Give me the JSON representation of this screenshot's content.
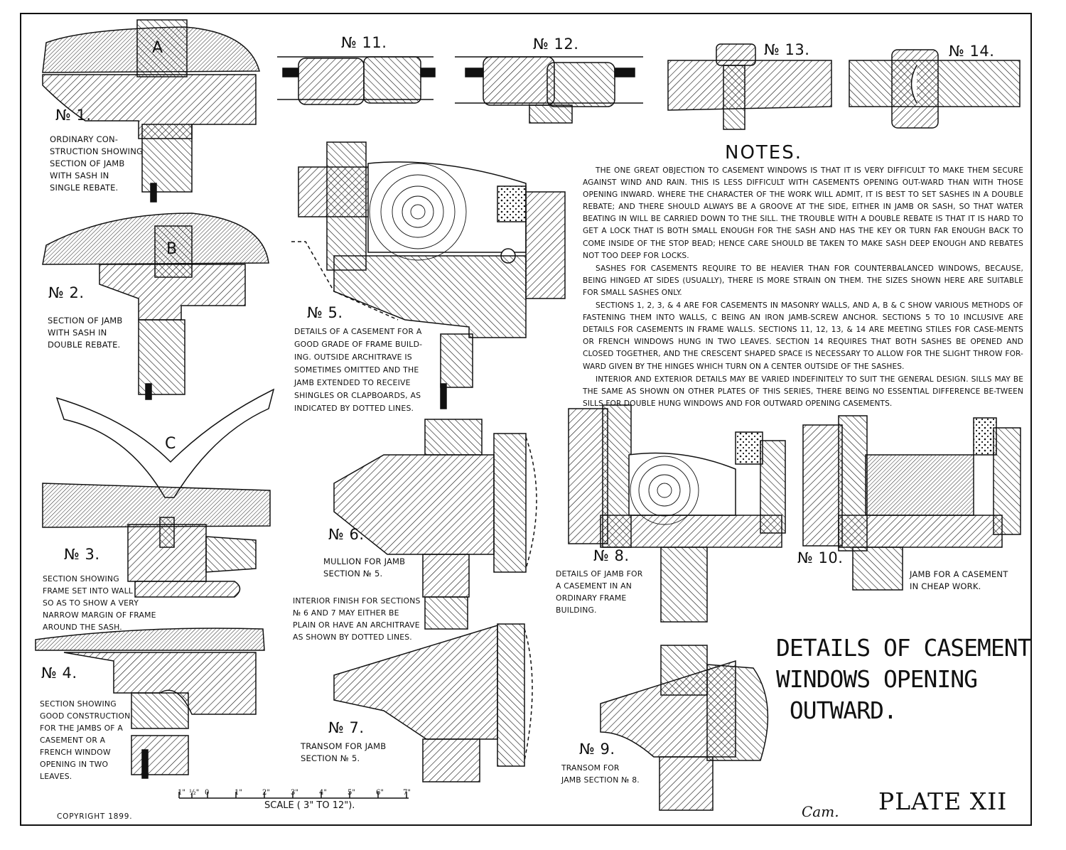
{
  "sections": {
    "s1": {
      "number": "№ 1.",
      "caption": "ORDINARY CON-\nSTRUCTION SHOWING\nSECTION OF JAMB\nWITH SASH IN\nSINGLE REBATE."
    },
    "s2": {
      "number": "№ 2.",
      "caption": "SECTION OF JAMB\nWITH SASH IN\nDOUBLE REBATE."
    },
    "s3": {
      "number": "№ 3.",
      "caption": "SECTION SHOWING\nFRAME SET INTO WALL\nSO AS TO SHOW A VERY\nNARROW MARGIN OF FRAME\nAROUND THE SASH."
    },
    "s4": {
      "number": "№ 4.",
      "caption": "SECTION SHOWING\nGOOD CONSTRUCTION\nFOR THE JAMBS OF A\nCASEMENT OR A\nFRENCH WINDOW\nOPENING IN TWO\nLEAVES."
    },
    "s5": {
      "number": "№ 5.",
      "caption": "DETAILS OF A CASEMENT FOR A\nGOOD GRADE OF FRAME BUILD-\nING. OUTSIDE ARCHITRAVE IS\nSOMETIMES OMITTED AND THE\nJAMB EXTENDED TO RECEIVE\nSHINGLES OR CLAPBOARDS, AS\nINDICATED BY DOTTED LINES."
    },
    "s6": {
      "number": "№ 6.",
      "caption": "MULLION FOR JAMB\nSECTION № 5."
    },
    "s67_note": "INTERIOR FINISH FOR SECTIONS\n№ 6 AND 7 MAY EITHER BE\nPLAIN OR HAVE AN ARCHITRAVE\nAS SHOWN BY DOTTED LINES.",
    "s7": {
      "number": "№ 7.",
      "caption": "TRANSOM FOR JAMB\nSECTION № 5."
    },
    "s8": {
      "number": "№ 8.",
      "caption": "DETAILS OF JAMB FOR\nA CASEMENT IN AN\nORDINARY FRAME\nBUILDING."
    },
    "s9": {
      "number": "№ 9.",
      "caption": "TRANSOM FOR\nJAMB SECTION № 8."
    },
    "s10": {
      "number": "№ 10.",
      "caption": "JAMB FOR A CASEMENT\nIN CHEAP WORK."
    },
    "s11": {
      "number": "№ 11."
    },
    "s12": {
      "number": "№ 12."
    },
    "s13": {
      "number": "№ 13."
    },
    "s14": {
      "number": "№ 14."
    }
  },
  "labels": {
    "a": "A",
    "b": "B",
    "c": "C"
  },
  "notes": {
    "title": "NOTES.",
    "paragraphs": [
      "THE ONE GREAT OBJECTION TO CASEMENT WINDOWS IS THAT IT IS VERY DIFFICULT TO MAKE THEM SECURE AGAINST WIND AND RAIN. THIS IS LESS DIFFICULT WITH CASEMENTS OPENING OUT-WARD THAN WITH THOSE OPENING INWARD. WHERE THE CHARACTER OF THE WORK WILL ADMIT, IT IS BEST TO SET SASHES IN A DOUBLE REBATE; AND THERE SHOULD ALWAYS BE A GROOVE AT THE SIDE, EITHER IN JAMB OR SASH, SO THAT WATER BEATING IN WILL BE CARRIED DOWN TO THE SILL. THE TROUBLE WITH A DOUBLE REBATE IS THAT IT IS HARD TO GET A LOCK THAT IS BOTH SMALL ENOUGH FOR THE SASH AND HAS THE KEY OR TURN FAR ENOUGH BACK TO COME INSIDE OF THE STOP BEAD; HENCE CARE SHOULD BE TAKEN TO MAKE SASH DEEP ENOUGH AND REBATES NOT TOO DEEP FOR LOCKS.",
      "SASHES FOR CASEMENTS REQUIRE TO BE HEAVIER THAN FOR COUNTERBALANCED WINDOWS, BECAUSE, BEING HINGED AT SIDES (USUALLY), THERE IS MORE STRAIN ON THEM. THE SIZES SHOWN HERE ARE SUITABLE FOR SMALL SASHES ONLY.",
      "SECTIONS 1, 2, 3, & 4 ARE FOR CASEMENTS IN MASONRY WALLS, AND A, B & C SHOW VARIOUS METHODS OF FASTENING THEM INTO WALLS, C BEING AN IRON JAMB-SCREW ANCHOR. SECTIONS 5 TO 10 INCLUSIVE ARE DETAILS FOR CASEMENTS IN FRAME WALLS. SECTIONS 11, 12, 13, & 14 ARE MEETING STILES FOR CASE-MENTS OR FRENCH WINDOWS HUNG IN TWO LEAVES. SECTION 14 REQUIRES THAT BOTH SASHES BE OPENED AND CLOSED TOGETHER, AND THE CRESCENT SHAPED SPACE IS NECESSARY TO ALLOW FOR THE SLIGHT THROW FOR-WARD GIVEN BY THE HINGES WHICH TURN ON A CENTER OUTSIDE OF THE SASHES.",
      "INTERIOR AND EXTERIOR DETAILS MAY BE VARIED INDEFINITELY TO SUIT THE GENERAL DESIGN. SILLS MAY BE THE SAME AS SHOWN ON OTHER PLATES OF THIS SERIES, THERE BEING NO ESSENTIAL DIFFERENCE BE-TWEEN SILLS FOR DOUBLE HUNG WINDOWS AND FOR OUTWARD OPENING CASEMENTS."
    ]
  },
  "plate": {
    "title": "DETAILS OF CASEMENT\nWINDOWS OPENING\n OUTWARD.",
    "number": "PLATE XII"
  },
  "scale": {
    "caption": "SCALE ( 3\" TO 12\").",
    "ticks": [
      "1\"",
      "½\"",
      "0",
      "1\"",
      "2\"",
      "3\"",
      "4\"",
      "5\"",
      "6\"",
      "7\""
    ]
  },
  "copyright": "COPYRIGHT 1899.",
  "signature": "Cam."
}
